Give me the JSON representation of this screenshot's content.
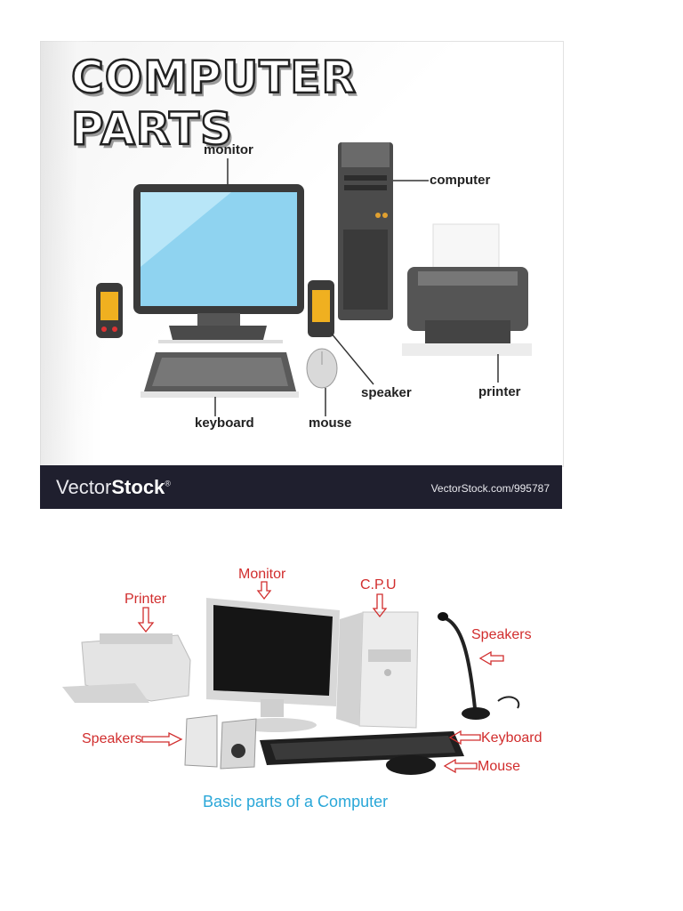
{
  "top_image": {
    "title": "COMPUTER PARTS",
    "labels": {
      "monitor": "monitor",
      "computer": "computer",
      "speaker": "speaker",
      "printer": "printer",
      "keyboard": "keyboard",
      "mouse": "mouse"
    },
    "watermark": {
      "brand_regular": "Vector",
      "brand_bold": "Stock",
      "brand_mark": "®",
      "id_text": "VectorStock.com/995787"
    }
  },
  "bottom_image": {
    "labels": {
      "monitor": "Monitor",
      "cpu": "C.P.U",
      "printer": "Printer",
      "speakers_right": "Speakers",
      "speakers_left": "Speakers",
      "keyboard": "Keyboard",
      "mouse": "Mouse"
    },
    "caption": "Basic parts of a Computer"
  },
  "colors": {
    "label_red": "#d12d2d",
    "caption_blue": "#2aa7d8",
    "banner_dark": "#1f1f2e"
  }
}
